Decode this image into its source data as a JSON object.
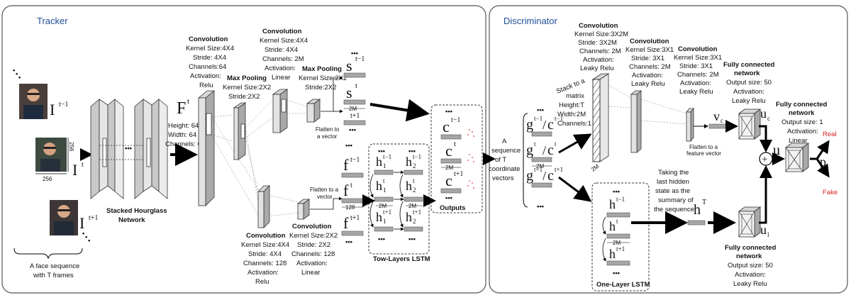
{
  "tracker": {
    "title": "Tracker",
    "input": {
      "frame_prev": "I",
      "frame_prev_sup": "t−1",
      "frame_cur": "I",
      "frame_cur_sup": "t",
      "frame_next": "I",
      "frame_next_sup": "t+1",
      "dim_w": "256",
      "dim_h": "256",
      "caption_line1": "A face sequence",
      "caption_line2": "with  T frames"
    },
    "hourglass": {
      "label_line1": "Stacked Hourglass",
      "label_line2": "Network"
    },
    "feature": {
      "symbol": "F",
      "sup": "t",
      "height": "Height: 64",
      "width": "Width: 64",
      "channels": "Channels: 64"
    },
    "conv1": {
      "title": "Convolution",
      "lines": [
        "Kernel Size:4X4",
        "Stride: 4X4",
        "Channels:64",
        "Activation:",
        "Relu"
      ]
    },
    "maxpool1": {
      "title": "Max Pooling",
      "lines": [
        "Kernel Size:2X2",
        "Stride:2X2"
      ]
    },
    "conv2": {
      "title": "Convolution",
      "lines": [
        "Kernel Size:4X4",
        "Stride: 4X4",
        "Channels: 2M",
        "Activation:",
        "Linear"
      ]
    },
    "maxpool2": {
      "title": "Max Pooling",
      "lines": [
        "Kernel Size:2X2",
        "Stride:2X2"
      ]
    },
    "flatten_top": [
      "Flatten to",
      "a vector"
    ],
    "flatten_bottom": [
      "Flatten to a",
      "vector"
    ],
    "conv3": {
      "title": "Convolution",
      "lines": [
        "Kernel Size:4X4",
        "Stride: 4X4",
        "Channels: 128",
        "Activation:",
        "Relu"
      ]
    },
    "conv4": {
      "title": "Convolution",
      "lines": [
        "Kernel Size:2X2",
        "Stride: 2X2",
        "Channels: 128",
        "Activation:",
        "Linear"
      ]
    },
    "s_vectors": {
      "symbol": "s",
      "sups": [
        "t−1",
        "t",
        "t+1"
      ],
      "dim": "2M"
    },
    "f_vectors": {
      "symbol": "f",
      "sups": [
        "t−1",
        "t",
        "t+1"
      ],
      "dim": "128"
    },
    "lstm": {
      "h1_sym": "h",
      "h1_sub": "1",
      "h2_sym": "h",
      "h2_sub": "2",
      "sups": [
        "t−1",
        "t",
        "t+1"
      ],
      "dim": "2M",
      "label": "Tow-Layers LSTM"
    },
    "outputs": {
      "symbol": "c",
      "sups": [
        "t−1",
        "t",
        "t+1"
      ],
      "dim": "2M",
      "label": "Outputs"
    },
    "dots": "•••"
  },
  "middle": {
    "lines": [
      "A",
      "sequence",
      "of T",
      "coordinate",
      "vectors"
    ]
  },
  "discriminator": {
    "title": "Discriminator",
    "g_vectors": {
      "items": [
        [
          "t−1",
          "t−1"
        ],
        [
          "t",
          "t"
        ],
        [
          "t+1",
          "t+1"
        ]
      ],
      "dim": "2M"
    },
    "stack": {
      "lines": [
        "Stack to a",
        "matrix",
        "Height:T",
        "Width:2M",
        "Channels:1"
      ]
    },
    "matrix_dim": "2M",
    "dconv1": {
      "title": "Convolution",
      "lines": [
        "Kernel Size:3X2M",
        "Stride: 3X2M",
        "Channels: 2M",
        "Activation:",
        "Leaky Relu"
      ]
    },
    "dconv2": {
      "title": "Convolution",
      "lines": [
        "Kernel Size:3X1",
        "Stride: 3X1",
        "Channels: 2M",
        "Activation:",
        "Leaky Relu"
      ]
    },
    "dconv3": {
      "title": "Convolution",
      "lines": [
        "Kernel Size:3X1",
        "Stride: 3X1",
        "Channels: 2M",
        "Activation:",
        "Leaky Relu"
      ]
    },
    "flatten_feature": [
      "Flatten to a",
      "feature vector"
    ],
    "vc": {
      "symbol": "v",
      "sub": "c"
    },
    "fc1": {
      "title_line1": "Fully connected",
      "title_line2": "network",
      "lines": [
        "Output size: 50",
        "Activation:",
        "Leaky Relu"
      ]
    },
    "fc2": {
      "title_line1": "Fully connected",
      "title_line2": "network",
      "lines": [
        "Output size: 1",
        "Activation:",
        "Linear"
      ]
    },
    "fc3": {
      "title_line1": "Fully connected",
      "title_line2": "network",
      "lines": [
        "Output size: 50",
        "Activation:",
        "Leaky Relu"
      ]
    },
    "uc": {
      "symbol": "u",
      "sub": "c"
    },
    "ul": {
      "symbol": "u",
      "sub": "l"
    },
    "u": "u",
    "p": "p",
    "real": "Real",
    "fake": "Fake",
    "taking": [
      "Taking the",
      "last hidden",
      "state as the",
      "summary of",
      "the sequence"
    ],
    "hT": {
      "symbol": "h",
      "sup": "T"
    },
    "one_lstm": {
      "symbol": "h",
      "sups": [
        "t−1",
        "t",
        "t+1"
      ],
      "dim": "2M",
      "label": "One-Layer LSTM"
    },
    "colors": {
      "title": "#1f4e9a",
      "real_fake": "#d62020"
    }
  }
}
